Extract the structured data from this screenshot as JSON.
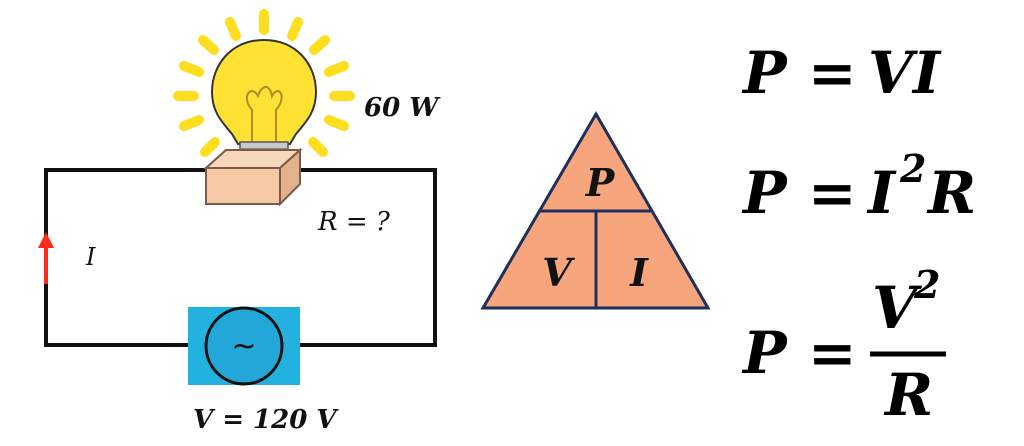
{
  "circuit": {
    "power_label": "60 W",
    "resistance_label": "R = ?",
    "current_label": "I",
    "voltage_label": "V = 120 V",
    "source_symbol": "~"
  },
  "triangle": {
    "top": "P",
    "bottom_left": "V",
    "bottom_right": "I"
  },
  "formulas": {
    "f1": {
      "lhs": "P",
      "eq": "=",
      "rhs": "VI"
    },
    "f2": {
      "lhs": "P",
      "eq": "=",
      "base": "I",
      "exp": "2",
      "rest": "R"
    },
    "f3": {
      "lhs": "P",
      "eq": "=",
      "num": "V",
      "num_exp": "2",
      "den": "R"
    }
  },
  "colors": {
    "wire": "#111111",
    "triangle_fill": "#f6a57d",
    "triangle_stroke": "#1e2f5c",
    "source_box": "#23b2e0",
    "source_circle": "#22a7d8",
    "arrow": "#ff2a1a",
    "bulb_glass": "#ffe233",
    "bulb_rays": "#ffdd1f",
    "socket": "#f4c9a4"
  }
}
